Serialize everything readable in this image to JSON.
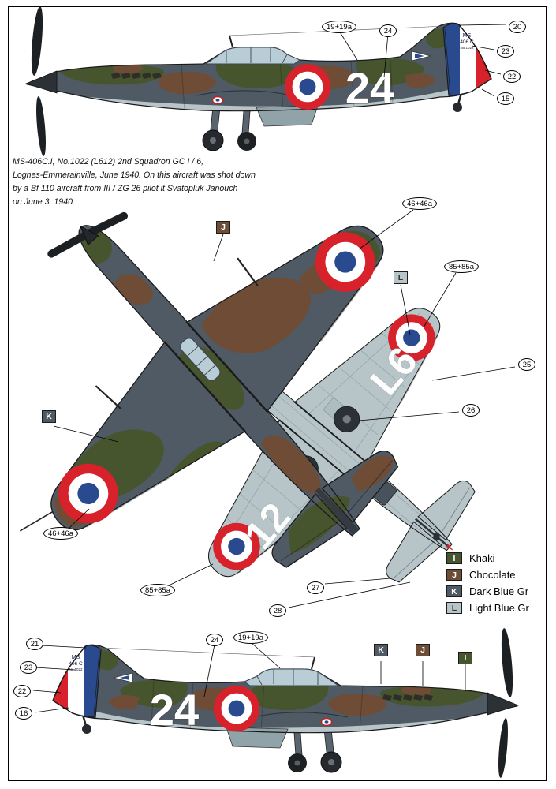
{
  "sheet": {
    "caption_lines": [
      "MS-406C.I, No.1022 (L612) 2nd Squadron GC I / 6,",
      "Lognes-Emmerainville, June 1940. On this aircraft was shot down",
      "by a Bf 110 aircraft from III / ZG 26 pilot lt Svatopluk Janouch",
      "on June 3, 1940."
    ]
  },
  "colors": {
    "khaki": "#47552e",
    "chocolate": "#6f4c35",
    "dark_blue_grey": "#4f5a64",
    "light_blue_grey": "#b7c5c9",
    "roundel_red": "#d7212b",
    "roundel_blue": "#2a4a8f"
  },
  "markings": {
    "fuselage_code": "24",
    "underwing_code_outer": "L6",
    "underwing_code_inner": "12",
    "tail_text": [
      "MS",
      "406 C",
      "No 1022"
    ]
  },
  "legend": {
    "items": [
      {
        "key": "I",
        "label": "Khaki"
      },
      {
        "key": "J",
        "label": "Chocolate"
      },
      {
        "key": "K",
        "label": "Dark Blue Gr"
      },
      {
        "key": "L",
        "label": "Light Blue Gr"
      }
    ]
  },
  "callouts": {
    "top_profile": [
      {
        "label": "19+19a"
      },
      {
        "label": "24"
      },
      {
        "label": "20"
      },
      {
        "label": "23"
      },
      {
        "label": "22"
      },
      {
        "label": "15"
      }
    ],
    "plan": [
      {
        "label": "46+46a"
      },
      {
        "label": "85+85a"
      },
      {
        "label": "25"
      },
      {
        "label": "26"
      },
      {
        "label": "27"
      },
      {
        "label": "28"
      },
      {
        "label": "46+46a"
      },
      {
        "label": "85+85a"
      }
    ],
    "bottom_profile": [
      {
        "label": "21"
      },
      {
        "label": "23"
      },
      {
        "label": "22"
      },
      {
        "label": "16"
      },
      {
        "label": "24"
      },
      {
        "label": "19+19a"
      }
    ],
    "color_chips": [
      {
        "key": "J"
      },
      {
        "key": "K"
      },
      {
        "key": "L"
      },
      {
        "key": "K"
      },
      {
        "key": "J"
      },
      {
        "key": "I"
      }
    ]
  }
}
